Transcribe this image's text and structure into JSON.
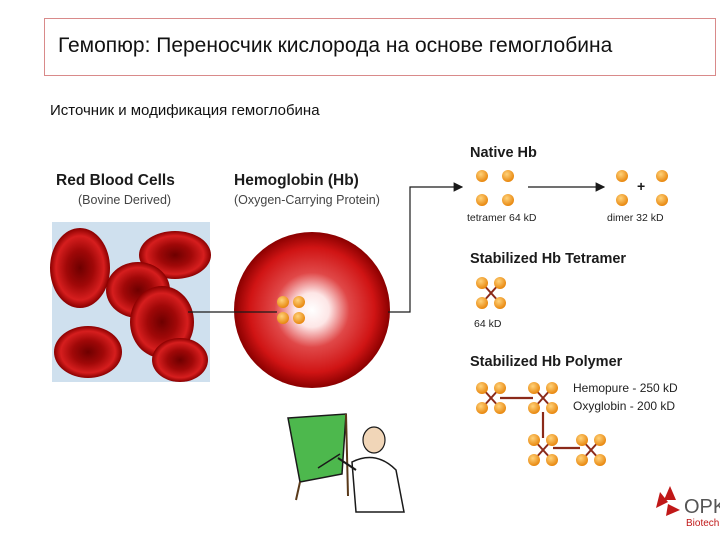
{
  "title": "Гемопюр:  Переносчик кислорода на основе гемоглобина",
  "subtitle": "Источник и модификация гемоглобина",
  "rbc": {
    "heading": "Red Blood Cells",
    "sub": "(Bovine Derived)"
  },
  "hb": {
    "heading": "Hemoglobin (Hb)",
    "sub": "(Oxygen-Carrying Protein)"
  },
  "native": {
    "heading": "Native Hb",
    "tetramer_label": "tetramer 64 kD",
    "dimer_label": "dimer 32 kD",
    "plus": "+"
  },
  "stabilized_tetramer": {
    "heading": "Stabilized Hb Tetramer",
    "label": "64 kD"
  },
  "polymer": {
    "heading": "Stabilized Hb Polymer",
    "line1": "Hemopure - 250 kD",
    "line2": "Oxyglobin - 200 kD"
  },
  "logo": {
    "text": "OPK",
    "subtext": "Biotech"
  },
  "colors": {
    "accent_red": "#c01818",
    "orange": "#f5a020",
    "polymer_link": "#8b2a1a",
    "border": "#d98a8a",
    "slide_green": "#4db84d"
  }
}
